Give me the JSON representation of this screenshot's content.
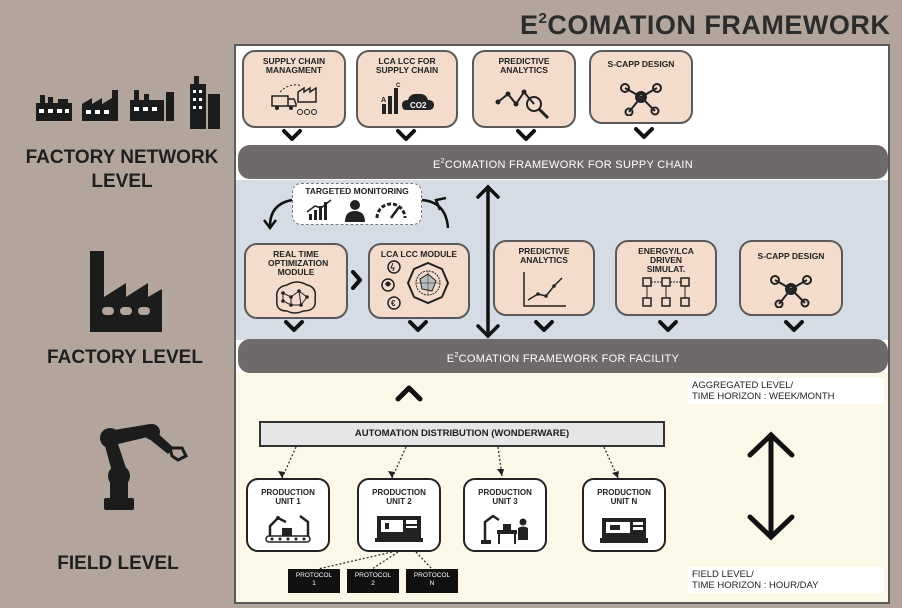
{
  "title": {
    "prefix": "E",
    "sup": "2",
    "rest": "COMATION FRAMEWORK"
  },
  "levels": {
    "network": "FACTORY NETWORK LEVEL",
    "factory": "FACTORY  LEVEL",
    "field": "FIELD  LEVEL"
  },
  "network_cards": [
    {
      "label": "SUPPLY CHAIN MANAGMENT",
      "icon": "supply-chain-truck-icon"
    },
    {
      "label": "LCA LCC FOR SUPPLY CHAIN",
      "icon": "co2-chart-icon"
    },
    {
      "label": "PREDICTIVE ANALYTICS",
      "icon": "analytics-magnifier-icon"
    },
    {
      "label": "S-CAPP  DESIGN",
      "icon": "network-nodes-icon"
    }
  ],
  "bands": {
    "supply_chain": {
      "prefix": "E",
      "sup": "2",
      "rest": "COMATION FRAMEWORK  FOR  SUPPY CHAIN"
    },
    "facility": {
      "prefix": "E",
      "sup": "2",
      "rest": "COMATION FRAMEWORK  FOR FACILITY"
    }
  },
  "targeted_monitoring": {
    "label": "TARGETED MONITORING",
    "icons": [
      "trend-chart-icon",
      "operator-icon",
      "gauge-icon"
    ]
  },
  "factory_cards": [
    {
      "label": "REAL TIME OPTIMIZATION MODULE",
      "icon": "brain-network-icon"
    },
    {
      "label": "LCA LCC MODULE",
      "icon": "lca-module-icon"
    },
    {
      "label": "PREDICTIVE ANALYTICS",
      "icon": "line-chart-icon"
    },
    {
      "label": "ENERGY/LCA DRIVEN  SIMULAT.",
      "icon": "simulation-flow-icon"
    },
    {
      "label": "S-CAPP  DESIGN",
      "icon": "network-nodes-icon"
    }
  ],
  "automation": {
    "label": "AUTOMATION DISTRIBUTION (WONDERWARE)"
  },
  "production_units": [
    {
      "label": "PRODUCTION UNIT 1",
      "line1": "PRODUCTION",
      "line2": "UNIT 1"
    },
    {
      "label": "PRODUCTION UNIT 2",
      "line1": "PRODUCTION",
      "line2": "UNIT  2"
    },
    {
      "label": "PRODUCTION UNIT 3",
      "line1": "PRODUCTION",
      "line2": "UNIT 3"
    },
    {
      "label": "PRODUCTION UNIT N",
      "line1": "PRODUCTION",
      "line2": "UNIT   N"
    }
  ],
  "protocols": [
    {
      "line1": "PROTOCOL",
      "line2": "1"
    },
    {
      "line1": "PROTOCOL",
      "line2": "2"
    },
    {
      "line1": "PROTOCOL",
      "line2": "N"
    }
  ],
  "horizons": {
    "aggregated_line1": "AGGREGATED LEVEL/",
    "aggregated_line2": "TIME HORIZON : WEEK/MONTH",
    "field_line1": "FIELD LEVEL/",
    "field_line2": "TIME HORIZON : HOUR/DAY"
  },
  "colors": {
    "background": "#b3a59b",
    "card_fill": "#f3dccb",
    "band": "#6e6a6a",
    "factory_zone": "#d6dce5",
    "field_zone": "#fcf8e8"
  }
}
